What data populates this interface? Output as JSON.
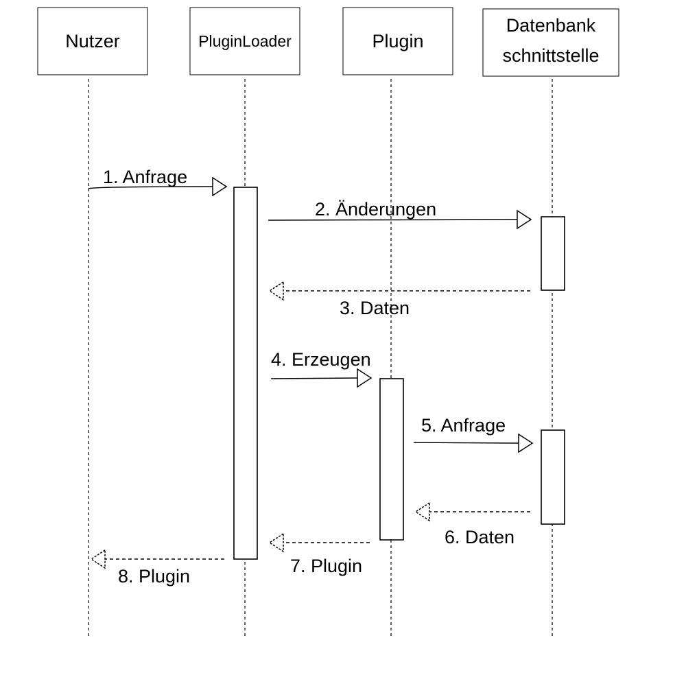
{
  "participants": {
    "p1": "Nutzer",
    "p2": "PluginLoader",
    "p3": "Plugin",
    "p4": [
      "Datenbank",
      "schnittstelle"
    ]
  },
  "messages": {
    "m1": "1. Anfrage",
    "m2": "2. Änderungen",
    "m3": "3. Daten",
    "m4": "4. Erzeugen",
    "m5": "5. Anfrage",
    "m6": "6. Daten",
    "m7": "7. Plugin",
    "m8": "8. Plugin"
  }
}
